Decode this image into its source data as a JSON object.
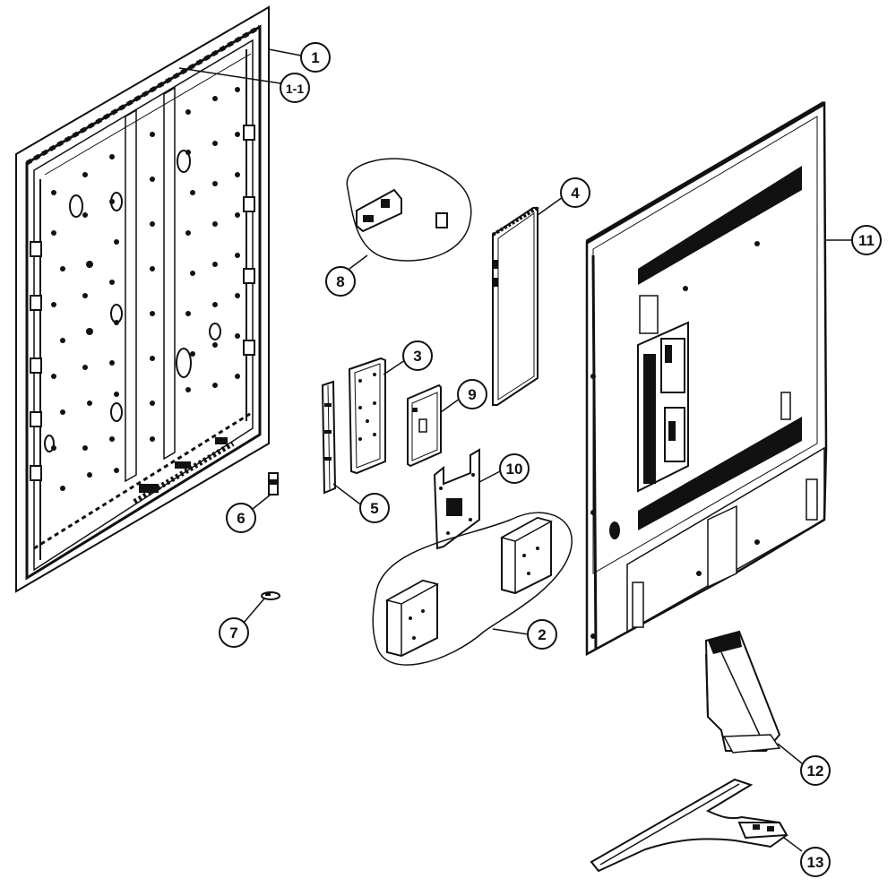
{
  "callouts": [
    {
      "id": "c1",
      "label": "1"
    },
    {
      "id": "c1_1",
      "label": "1-1"
    },
    {
      "id": "c2",
      "label": "2"
    },
    {
      "id": "c3",
      "label": "3"
    },
    {
      "id": "c4",
      "label": "4"
    },
    {
      "id": "c5",
      "label": "5"
    },
    {
      "id": "c6",
      "label": "6"
    },
    {
      "id": "c7",
      "label": "7"
    },
    {
      "id": "c8",
      "label": "8"
    },
    {
      "id": "c9",
      "label": "9"
    },
    {
      "id": "c10",
      "label": "10"
    },
    {
      "id": "c11",
      "label": "11"
    },
    {
      "id": "c12",
      "label": "12"
    },
    {
      "id": "c13",
      "label": "13"
    }
  ]
}
